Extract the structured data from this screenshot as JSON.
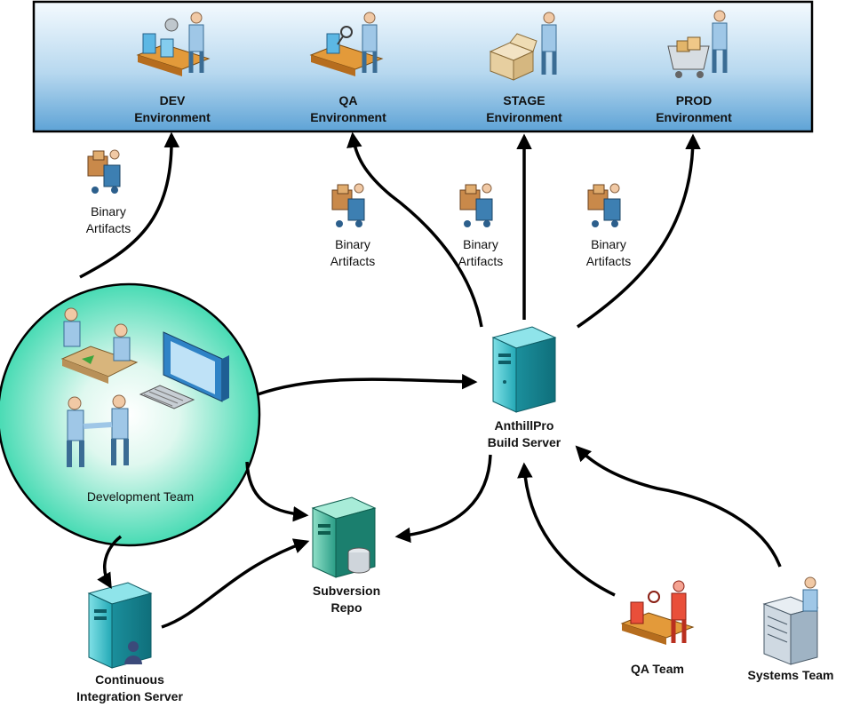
{
  "environments": [
    {
      "line1": "DEV",
      "line2": "Environment"
    },
    {
      "line1": "QA",
      "line2": "Environment"
    },
    {
      "line1": "STAGE",
      "line2": "Environment"
    },
    {
      "line1": "PROD",
      "line2": "Environment"
    }
  ],
  "artifacts": [
    {
      "line1": "Binary",
      "line2": "Artifacts"
    },
    {
      "line1": "Binary",
      "line2": "Artifacts"
    },
    {
      "line1": "Binary",
      "line2": "Artifacts"
    },
    {
      "line1": "Binary",
      "line2": "Artifacts"
    }
  ],
  "dev_team": {
    "label": "Development Team"
  },
  "build_server": {
    "line1": "AnthillPro",
    "line2": "Build Server"
  },
  "svn": {
    "line1": "Subversion",
    "line2": "Repo"
  },
  "ci_server": {
    "line1": "Continuous",
    "line2": "Integration Server"
  },
  "qa_team": {
    "label": "QA Team"
  },
  "systems_team": {
    "label": "Systems Team"
  },
  "colors": {
    "env_bar_top": "#e8f3fb",
    "env_bar_bottom": "#6aa9d8",
    "server_teal": "#2fb3be",
    "dev_circle": "#36d6b0",
    "arrow": "#000000",
    "qa_red": "#e53d2f"
  }
}
